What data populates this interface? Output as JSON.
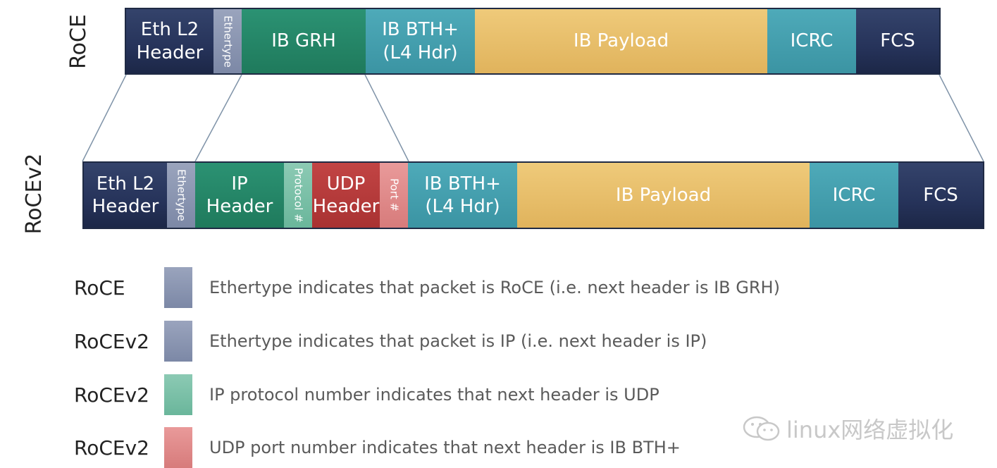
{
  "diagram": {
    "roce": {
      "row_label": "RoCE",
      "segments": [
        {
          "label": "Eth L2\nHeader",
          "color": "navy"
        },
        {
          "label": "Ethertype",
          "color": "greyblue",
          "vertical": true
        },
        {
          "label": "IB GRH",
          "color": "green"
        },
        {
          "label": "IB BTH+\n(L4 Hdr)",
          "color": "teal"
        },
        {
          "label": "IB Payload",
          "color": "gold"
        },
        {
          "label": "ICRC",
          "color": "teal"
        },
        {
          "label": "FCS",
          "color": "navy"
        }
      ]
    },
    "rocev2": {
      "row_label": "RoCEv2",
      "segments": [
        {
          "label": "Eth L2\nHeader",
          "color": "navy"
        },
        {
          "label": "Ethertype",
          "color": "greyblue",
          "vertical": true
        },
        {
          "label": "IP Header",
          "color": "green"
        },
        {
          "label": "Protocol #",
          "color": "lightgreen",
          "vertical": true
        },
        {
          "label": "UDP\nHeader",
          "color": "red"
        },
        {
          "label": "Port #",
          "color": "pink",
          "vertical": true
        },
        {
          "label": "IB BTH+\n(L4 Hdr)",
          "color": "teal"
        },
        {
          "label": "IB Payload",
          "color": "gold"
        },
        {
          "label": "ICRC",
          "color": "teal"
        },
        {
          "label": "FCS",
          "color": "navy"
        }
      ]
    }
  },
  "legend": [
    {
      "label": "RoCE",
      "color": "greyblue",
      "text": "Ethertype indicates that packet is RoCE (i.e. next header is IB GRH)"
    },
    {
      "label": "RoCEv2",
      "color": "greyblue",
      "text": "Ethertype indicates that packet is IP (i.e. next header is IP)"
    },
    {
      "label": "RoCEv2",
      "color": "lightgreen",
      "text": "IP protocol number indicates that next header is UDP"
    },
    {
      "label": "RoCEv2",
      "color": "pink",
      "text": "UDP port number indicates that next header is IB BTH+"
    }
  ],
  "watermark": {
    "text": "linux网络虚拟化"
  }
}
